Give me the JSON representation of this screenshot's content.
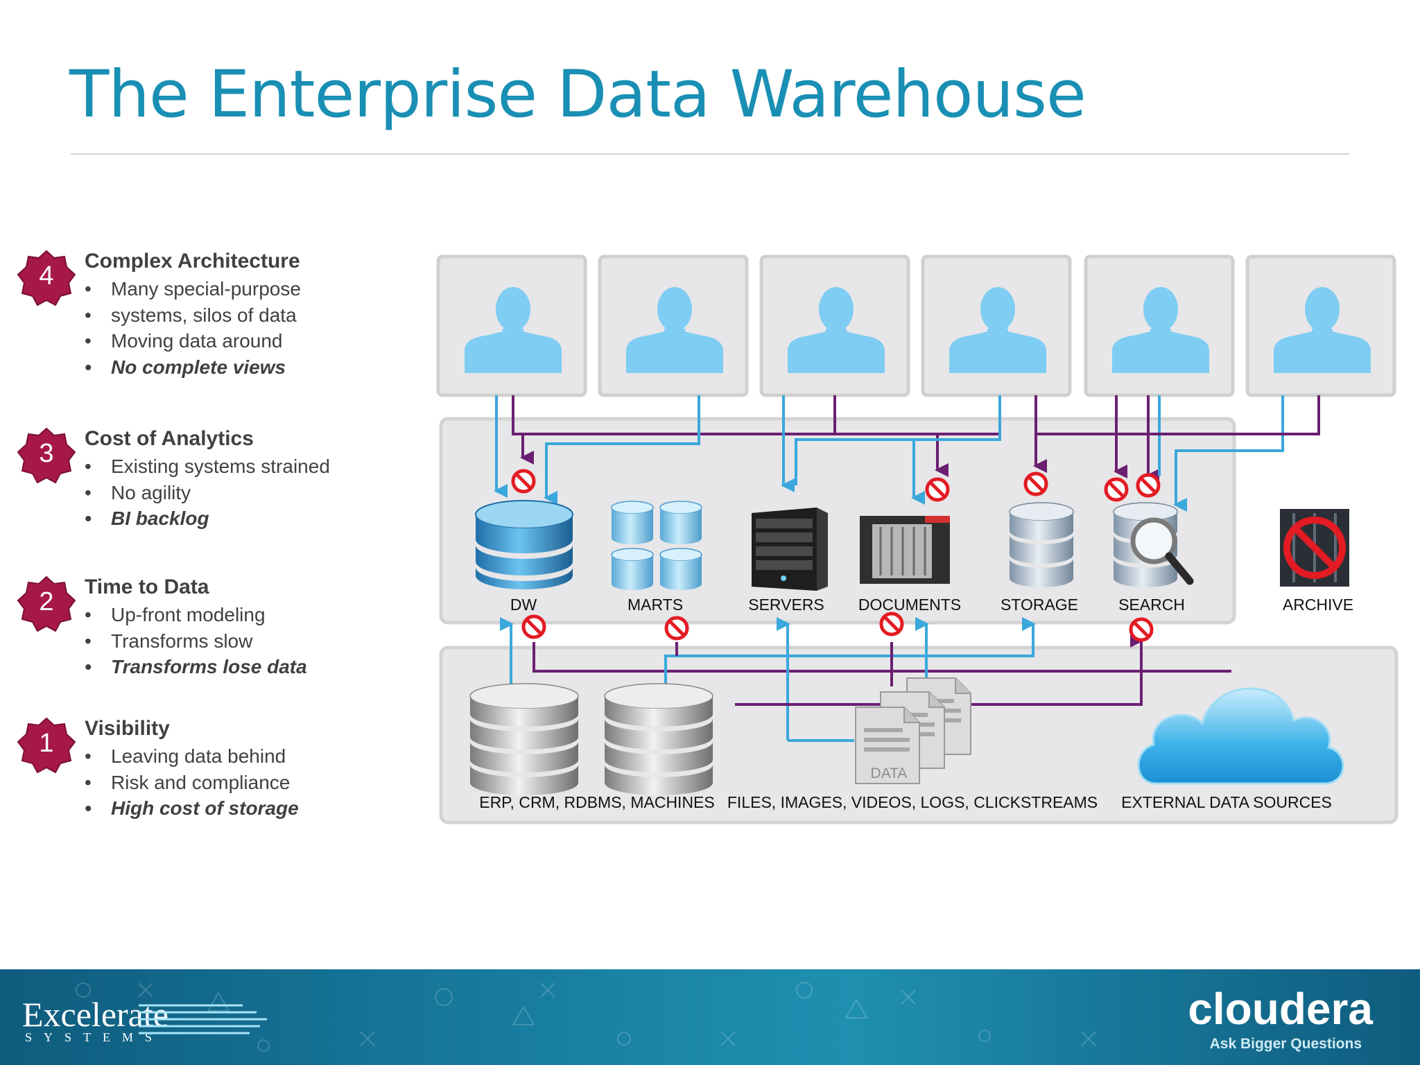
{
  "slide": {
    "title": "The Enterprise Data Warehouse"
  },
  "issues": [
    {
      "number": "4",
      "heading": "Complex Architecture",
      "bullets": [
        "Many special-purpose",
        "systems, silos of data",
        "Moving data around",
        "No complete views"
      ]
    },
    {
      "number": "3",
      "heading": "Cost of Analytics",
      "bullets": [
        "Existing systems strained",
        "No agility",
        "BI backlog"
      ]
    },
    {
      "number": "2",
      "heading": "Time to Data",
      "bullets": [
        "Up-front modeling",
        "Transforms slow",
        "Transforms lose data"
      ]
    },
    {
      "number": "1",
      "heading": "Visibility",
      "bullets": [
        "Leaving data behind",
        "Risk and compliance",
        "High cost of storage"
      ]
    }
  ],
  "systems": [
    "DW",
    "MARTS",
    "SERVERS",
    "DOCUMENTS",
    "STORAGE",
    "SEARCH",
    "ARCHIVE"
  ],
  "sources": [
    "ERP, CRM, RDBMS, MACHINES",
    "FILES, IMAGES, VIDEOS, LOGS, CLICKSTREAMS",
    "EXTERNAL DATA SOURCES"
  ],
  "file_icon_text": "DATA",
  "colors": {
    "title": "#1a8fb4",
    "badge": "#a6174a",
    "flow_blue": "#3aa8dc",
    "flow_purple": "#6b1f72",
    "blocked": "#e31b23",
    "user": "#7fcdf2"
  },
  "footer": {
    "left_brand": "Excelerate",
    "left_brand_sub": "SYSTEMS",
    "right_brand": "cloudera",
    "right_tagline": "Ask Bigger Questions"
  }
}
